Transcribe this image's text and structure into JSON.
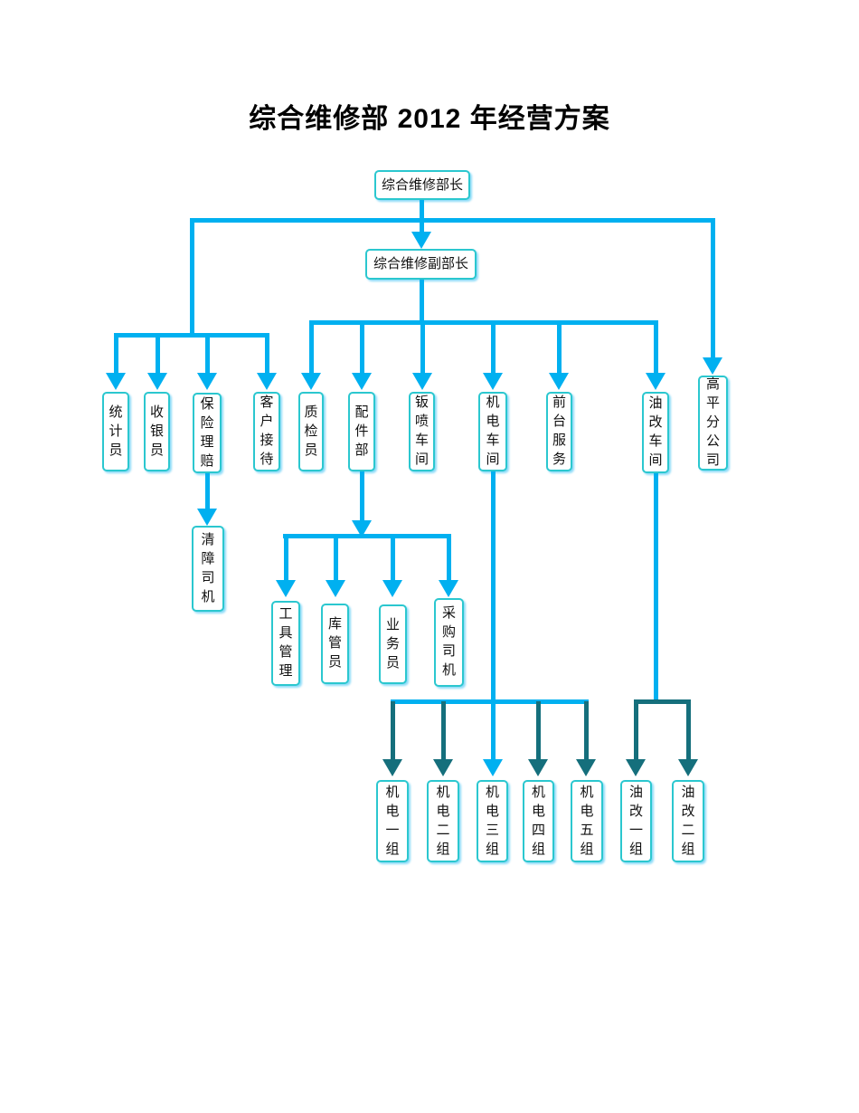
{
  "title": "综合维修部 2012 年经营方案",
  "colors": {
    "connector_blue": "#00B0F0",
    "connector_teal": "#156F7C",
    "box_border": "#2BC7CF"
  },
  "nodes": {
    "director": "综合维修部长",
    "deputy": "综合维修副部长",
    "staff": [
      "统计员",
      "收银员",
      "保险理赔",
      "客户接待",
      "质检员",
      "配件部",
      "钣喷车间",
      "机电车间",
      "前台服务",
      "油改车间",
      "高平分公司"
    ],
    "tow_driver": "清障司机",
    "parts_children": [
      "工具管理",
      "库管员",
      "业务员",
      "采购司机"
    ],
    "mech_groups": [
      "机电一组",
      "机电二组",
      "机电三组",
      "机电四组",
      "机电五组"
    ],
    "oil_groups": [
      "油改一组",
      "油改二组"
    ]
  }
}
